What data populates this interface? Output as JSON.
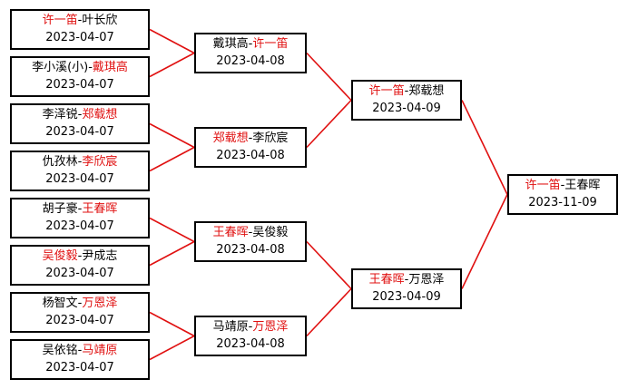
{
  "colors": {
    "winner": "#e01010",
    "text": "#000000",
    "border": "#000000",
    "connector": "#e01010"
  },
  "rounds": [
    {
      "matches": [
        {
          "a": "许一笛",
          "b": "叶长欣",
          "winner": "a",
          "date": "2023-04-07"
        },
        {
          "a": "李小溪(小)",
          "b": "戴琪高",
          "winner": "b",
          "date": "2023-04-07"
        },
        {
          "a": "李泽锐",
          "b": "郑载想",
          "winner": "b",
          "date": "2023-04-07"
        },
        {
          "a": "仇孜林",
          "b": "李欣宸",
          "winner": "b",
          "date": "2023-04-07"
        },
        {
          "a": "胡子豪",
          "b": "王春晖",
          "winner": "b",
          "date": "2023-04-07"
        },
        {
          "a": "吴俊毅",
          "b": "尹成志",
          "winner": "a",
          "date": "2023-04-07"
        },
        {
          "a": "杨智文",
          "b": "万恩泽",
          "winner": "b",
          "date": "2023-04-07"
        },
        {
          "a": "吴依铭",
          "b": "马靖原",
          "winner": "b",
          "date": "2023-04-07"
        }
      ]
    },
    {
      "matches": [
        {
          "a": "戴琪高",
          "b": "许一笛",
          "winner": "b",
          "date": "2023-04-08"
        },
        {
          "a": "郑载想",
          "b": "李欣宸",
          "winner": "a",
          "date": "2023-04-08"
        },
        {
          "a": "王春晖",
          "b": "吴俊毅",
          "winner": "a",
          "date": "2023-04-08"
        },
        {
          "a": "马靖原",
          "b": "万恩泽",
          "winner": "b",
          "date": "2023-04-08"
        }
      ]
    },
    {
      "matches": [
        {
          "a": "许一笛",
          "b": "郑载想",
          "winner": "a",
          "date": "2023-04-09"
        },
        {
          "a": "王春晖",
          "b": "万恩泽",
          "winner": "a",
          "date": "2023-04-09"
        }
      ]
    },
    {
      "matches": [
        {
          "a": "许一笛",
          "b": "王春晖",
          "winner": "a",
          "date": "2023-11-09"
        }
      ]
    }
  ],
  "separator": "-"
}
